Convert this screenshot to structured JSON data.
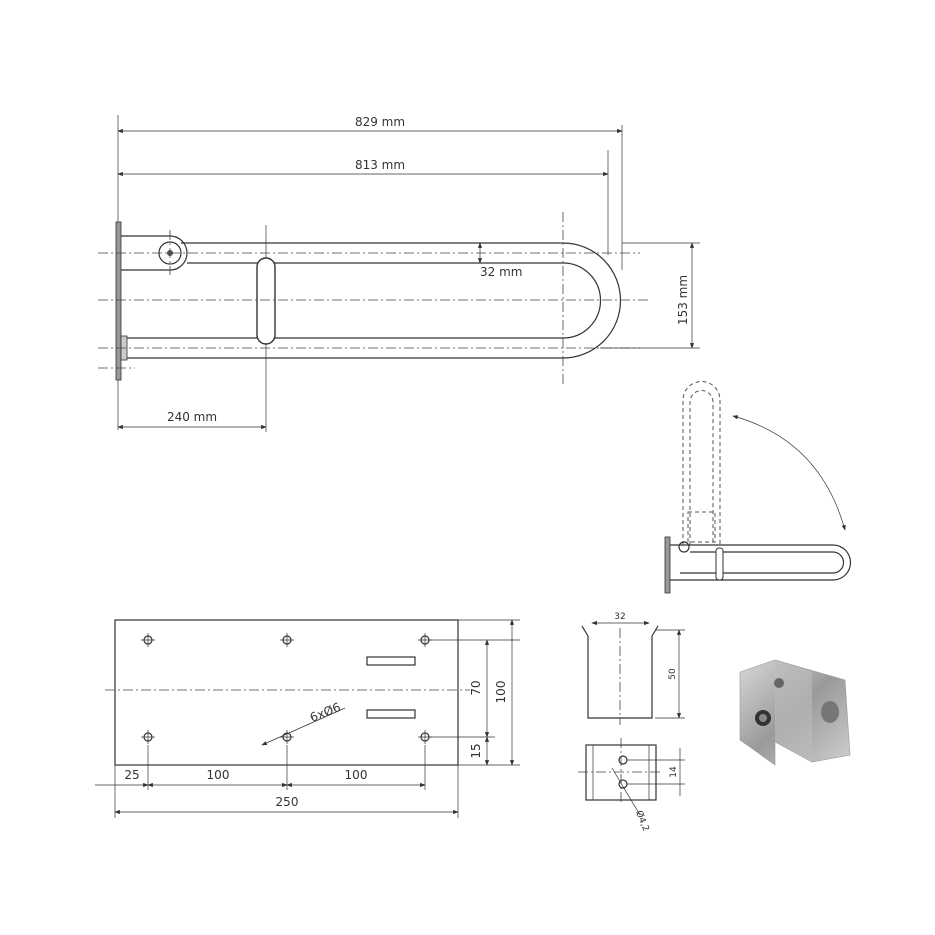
{
  "drawing": {
    "side_view": {
      "overall_length": "829 mm",
      "tube_length": "813 mm",
      "tube_diameter": "32 mm",
      "height": "153 mm",
      "grip_offset": "240 mm"
    },
    "wall_plate": {
      "edge_offset": "25",
      "hole_spacing_1": "100",
      "hole_spacing_2": "100",
      "width": "250",
      "hole_distance": "70",
      "height": "100",
      "bottom_offset": "15",
      "holes": "6xØ6"
    },
    "bracket": {
      "width": "32",
      "height": "50",
      "hole_spacing": "14",
      "hole_diameter": "Ø4,2"
    }
  }
}
